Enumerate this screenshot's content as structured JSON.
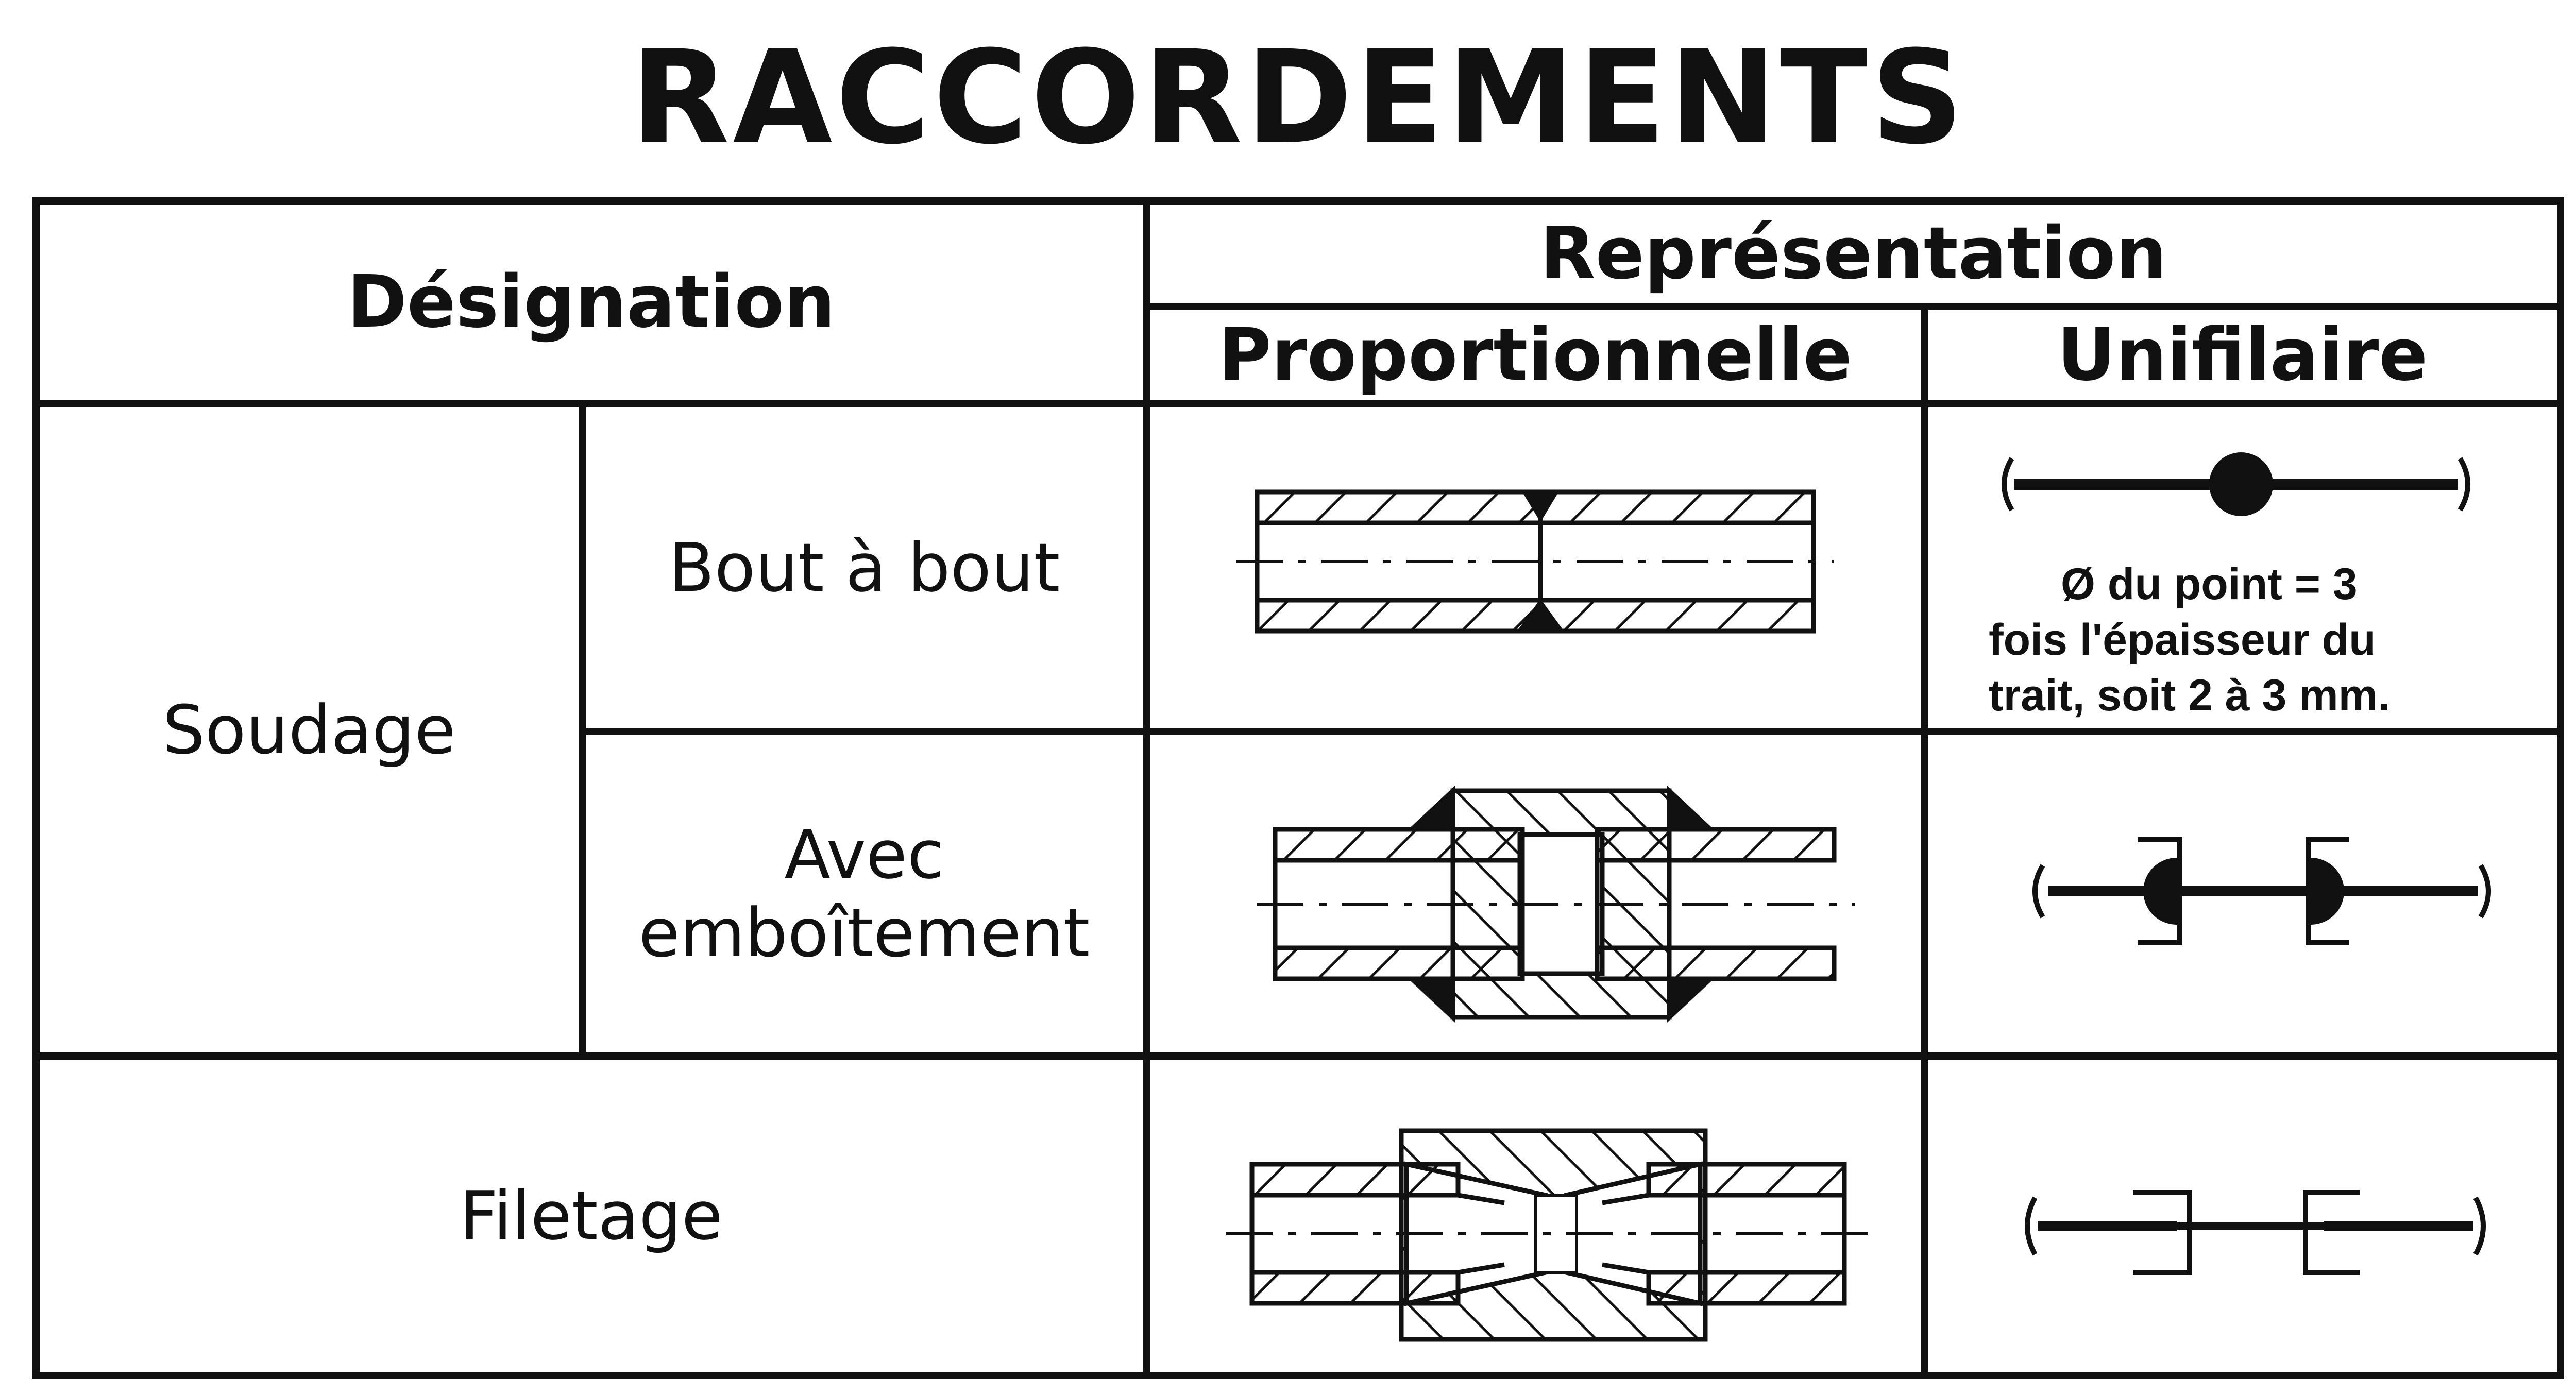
{
  "title": "RACCORDEMENTS",
  "header": {
    "designation": "Désignation",
    "representation": "Représentation",
    "proportionnelle": "Proportionnelle",
    "unifilaire": "Unifilaire"
  },
  "rows": {
    "soudage": "Soudage",
    "bout_a_bout": "Bout à bout",
    "avec_emboitement": "Avec emboîtement",
    "filetage": "Filetage"
  },
  "note": {
    "line1": "Ø du point  =  3",
    "line2": "fois l'épaisseur du",
    "line3": "trait, soit 2 à 3 mm."
  },
  "colors": {
    "ink": "#111111",
    "paper": "#ffffff"
  }
}
